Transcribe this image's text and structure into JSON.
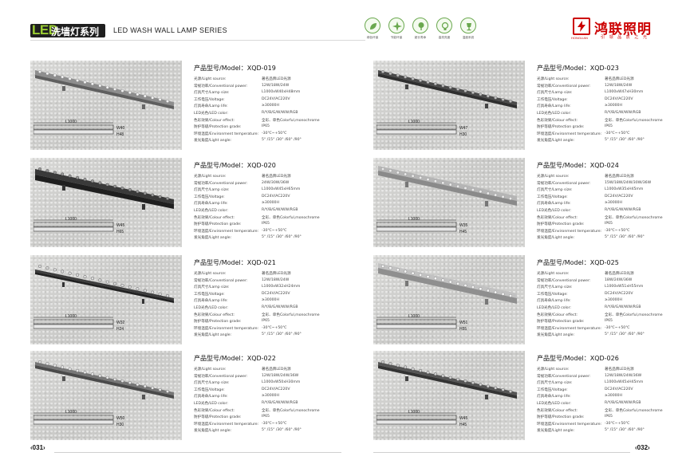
{
  "header": {
    "led": "LED",
    "series_cn": "洗墙灯系列",
    "series_en": "LED WASH WALL LAMP SERIES",
    "features": [
      {
        "icon": "leaf-icon",
        "label": "绿色环保"
      },
      {
        "icon": "fan-icon",
        "label": "节能环保"
      },
      {
        "icon": "tree-icon",
        "label": "超长寿命"
      },
      {
        "icon": "bulb-icon",
        "label": "高亮亮度"
      },
      {
        "icon": "lamp-icon",
        "label": "温度系统"
      }
    ],
    "brand_logo_sub": "HONGLIAN",
    "brand_cn": "鸿联照明",
    "brand_slogan": "引 领 品 质 之 光"
  },
  "labels": {
    "source": "光源/Light source:",
    "power": "常规功率/Conventional power:",
    "size": "灯具尺寸/Lamp size:",
    "voltage": "工作电压/Voltage:",
    "life": "灯具寿命/Lamp life:",
    "color": "LED光色/LED color:",
    "effect": "色彩效果/Colour effect:",
    "protection": "防护等级/Protection grade:",
    "temp": "环境温度/Environment temperature:",
    "angle": "发光角度/Light angle:"
  },
  "products": [
    {
      "model": "产品型号/Model：XQD-019",
      "source": "著名品牌LED光源",
      "power": "12W/18W/24W",
      "size": "L1000xW40xH48mm",
      "voltage": "DC24V/AC220V",
      "life": "≥30000H",
      "color": "R/Y/B/G/W/WW/RGB",
      "effect": "全彩、单色Colorful,monochrome",
      "protection": "IP65",
      "temp": "-30℃~+50℃",
      "angle": "5° /15° /30° /60° /90°",
      "dim_len": "L1000",
      "dim_w": "W40",
      "dim_h": "H48"
    },
    {
      "model": "产品型号/Model：XQD-023",
      "source": "著名品牌LED光源",
      "power": "12W/18W/24W",
      "size": "L1000xW47xH30mm",
      "voltage": "DC24V/AC220V",
      "life": "≥30000H",
      "color": "R/Y/B/G/W/WW/RGB",
      "effect": "全彩、单色Colorful,monochrome",
      "protection": "IP65",
      "temp": "-30℃~+50℃",
      "angle": "5° /15° /30° /60° /90°",
      "dim_len": "L1000",
      "dim_w": "W47",
      "dim_h": "H30"
    },
    {
      "model": "产品型号/Model：XQD-020",
      "source": "著名品牌LED光源",
      "power": "24W/30W/36W",
      "size": "L1000xW45xH65mm",
      "voltage": "DC24V/AC220V",
      "life": "≥30000H",
      "color": "R/Y/B/G/W/WW/RGB",
      "effect": "全彩、单色Colorful,monochrome",
      "protection": "IP65",
      "temp": "-30℃~+50℃",
      "angle": "5° /15° /30° /60° /90°",
      "dim_len": "L1000",
      "dim_w": "W45",
      "dim_h": "H65"
    },
    {
      "model": "产品型号/Model：XQD-024",
      "source": "著名品牌LED光源",
      "power": "15W/18W/24W/30W/36W",
      "size": "L1000xW35xH45mm",
      "voltage": "DC24V/AC220V",
      "life": "≥30000H",
      "color": "R/Y/B/G/W/WW/RGB",
      "effect": "全彩、单色Colorful,monochrome",
      "protection": "IP65",
      "temp": "-30℃~+50℃",
      "angle": "5° /15° /30° /60° /90°",
      "dim_len": "L1000",
      "dim_w": "W35",
      "dim_h": "H45"
    },
    {
      "model": "产品型号/Model：XQD-021",
      "source": "著名品牌LED光源",
      "power": "12W/18W/24W",
      "size": "L1000xW32xH24mm",
      "voltage": "DC24V/AC220V",
      "life": "≥30000H",
      "color": "R/Y/B/G/W/WW/RGB",
      "effect": "全彩、单色Colorful,monochrome",
      "protection": "IP65",
      "temp": "-30℃~+50℃",
      "angle": "5° /15° /30° /60° /90°",
      "dim_len": "L1000",
      "dim_w": "W32",
      "dim_h": "H24"
    },
    {
      "model": "产品型号/Model：XQD-025",
      "source": "著名品牌LED光源",
      "power": "18W/24W/36W",
      "size": "L1000xW51xH55mm",
      "voltage": "DC24V/AC220V",
      "life": "≥30000H",
      "color": "R/Y/B/G/W/WW/RGB",
      "effect": "全彩、单色Colorful,monochrome",
      "protection": "IP65",
      "temp": "-30℃~+50℃",
      "angle": "5° /15° /30° /60° /90°",
      "dim_len": "L1000",
      "dim_w": "W51",
      "dim_h": "H55"
    },
    {
      "model": "产品型号/Model：XQD-022",
      "source": "著名品牌LED光源",
      "power": "12W/18W/24W/36W",
      "size": "L1000xW50xH30mm",
      "voltage": "DC24V/AC220V",
      "life": "≥30000H",
      "color": "R/Y/B/G/W/WW/RGB",
      "effect": "全彩、单色Colorful,monochrome",
      "protection": "IP65",
      "temp": "-30℃~+50℃",
      "angle": "5° /15° /30° /60° /90°",
      "dim_len": "L1000",
      "dim_w": "W50",
      "dim_h": "H30"
    },
    {
      "model": "产品型号/Model：XQD-026",
      "source": "著名品牌LED光源",
      "power": "12W/18W/24W/36W",
      "size": "L1000xW45xH45mm",
      "voltage": "DC24V/AC220V",
      "life": "≥30000H",
      "color": "R/Y/B/G/W/WW/RGB",
      "effect": "全彩、单色Colorful,monochrome",
      "protection": "IP65",
      "temp": "-30℃~+50℃",
      "angle": "5° /15° /30° /60° /90°",
      "dim_len": "L1000",
      "dim_w": "W45",
      "dim_h": "H45"
    }
  ],
  "pages": {
    "left": "‹031›",
    "right": "‹032›"
  }
}
